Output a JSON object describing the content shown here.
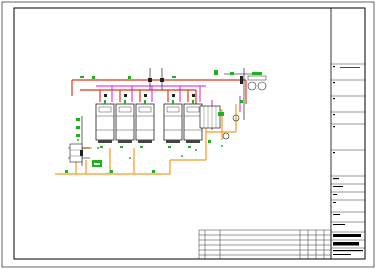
{
  "drawing": {
    "colors": {
      "paper": "#ffffff",
      "border": "#000000",
      "pipe_red": "#e4351e",
      "pipe_orange": "#f29a22",
      "pipe_magenta": "#d21ce0",
      "accent_green": "#1db31d",
      "boiler_body": "#ffffff",
      "boiler_detail": "#222222"
    },
    "boilers": [
      {
        "id": "boiler-1"
      },
      {
        "id": "boiler-2"
      },
      {
        "id": "boiler-3"
      },
      {
        "id": "boiler-4"
      },
      {
        "id": "boiler-5"
      }
    ],
    "title_block": {
      "rows": 14
    },
    "revision_table": {
      "rows": 6,
      "columns": 6
    }
  }
}
